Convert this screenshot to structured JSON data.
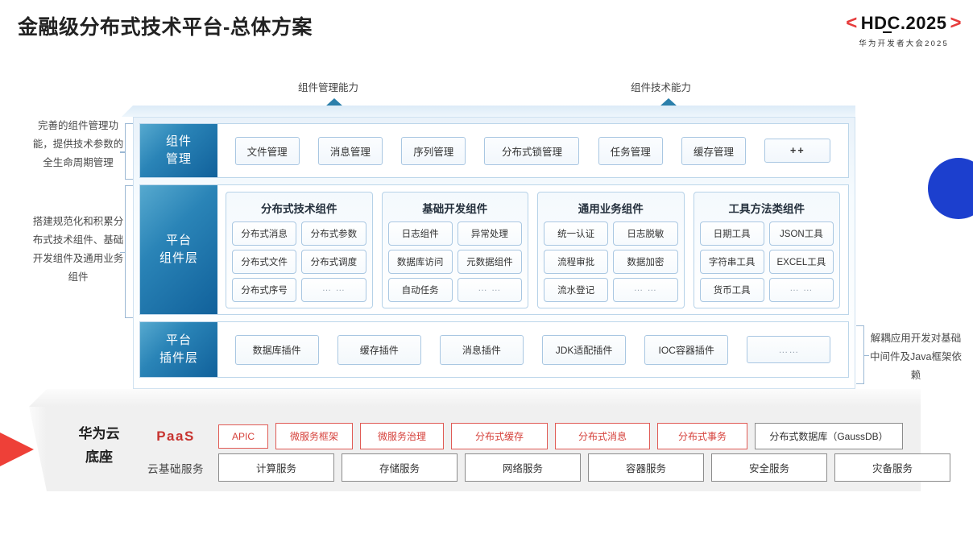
{
  "header": {
    "title": "金融级分布式技术平台-总体方案",
    "logo": {
      "left_bracket": "<",
      "right_bracket": ">",
      "hd": "HD",
      "c": "C",
      "year": ".2025",
      "subtitle": "华为开发者大会2025"
    }
  },
  "arrows": [
    {
      "label": "组件管理能力"
    },
    {
      "label": "组件技术能力"
    }
  ],
  "side_notes": {
    "left_top": "完善的组件管理功能，提供技术参数的全生命周期管理",
    "left_mid": "搭建规范化和积累分布式技术组件、基础开发组件及通用业务组件",
    "right_bottom": "解耦应用开发对基础中间件及Java框架依赖"
  },
  "rows": [
    {
      "label": "组件\n管理",
      "label_line1": "组件",
      "label_line2": "管理",
      "chips": [
        "文件管理",
        "消息管理",
        "序列管理",
        "分布式锁管理",
        "任务管理",
        "缓存管理",
        "++"
      ]
    },
    {
      "label_line1": "平台",
      "label_line2": "组件层",
      "groups": [
        {
          "title": "分布式技术组件",
          "cells": [
            "分布式消息",
            "分布式参数",
            "分布式文件",
            "分布式调度",
            "分布式序号",
            "… …"
          ]
        },
        {
          "title": "基础开发组件",
          "cells": [
            "日志组件",
            "异常处理",
            "数据库访问",
            "元数据组件",
            "自动任务",
            "… …"
          ]
        },
        {
          "title": "通用业务组件",
          "cells": [
            "统一认证",
            "日志脱敏",
            "流程审批",
            "数据加密",
            "流水登记",
            "… …"
          ]
        },
        {
          "title": "工具方法类组件",
          "cells": [
            "日期工具",
            "JSON工具",
            "字符串工具",
            "EXCEL工具",
            "货币工具",
            "… …"
          ]
        }
      ]
    },
    {
      "label_line1": "平台",
      "label_line2": "插件层",
      "plugins": [
        "数据库插件",
        "缓存插件",
        "消息插件",
        "JDK适配插件",
        "IOC容器插件",
        "……"
      ]
    }
  ],
  "base": {
    "title_line1": "华为云",
    "title_line2": "底座",
    "paas_label": "PaaS",
    "cloud_label": "云基础服务",
    "paas_items": [
      {
        "text": "APIC",
        "style": "red",
        "width": 62
      },
      {
        "text": "微服务框架",
        "style": "red",
        "width": 96
      },
      {
        "text": "微服务治理",
        "style": "red",
        "width": 104
      },
      {
        "text": "分布式缓存",
        "style": "red",
        "width": 120
      },
      {
        "text": "分布式消息",
        "style": "red",
        "width": 118
      },
      {
        "text": "分布式事务",
        "style": "red",
        "width": 112
      },
      {
        "text": "分布式数据库（GaussDB）",
        "style": "gray",
        "width": 184
      }
    ],
    "cloud_items": [
      {
        "text": "计算服务",
        "width": 144
      },
      {
        "text": "存储服务",
        "width": 144
      },
      {
        "text": "网络服务",
        "width": 144
      },
      {
        "text": "容器服务",
        "width": 144
      },
      {
        "text": "安全服务",
        "width": 144
      },
      {
        "text": "灾备服务",
        "width": 144
      }
    ]
  },
  "colors": {
    "brand_red": "#d6423c",
    "brand_blue": "#11619b",
    "accent_blue_dot": "#1c3fce",
    "accent_red_wedge": "#ee4038"
  }
}
